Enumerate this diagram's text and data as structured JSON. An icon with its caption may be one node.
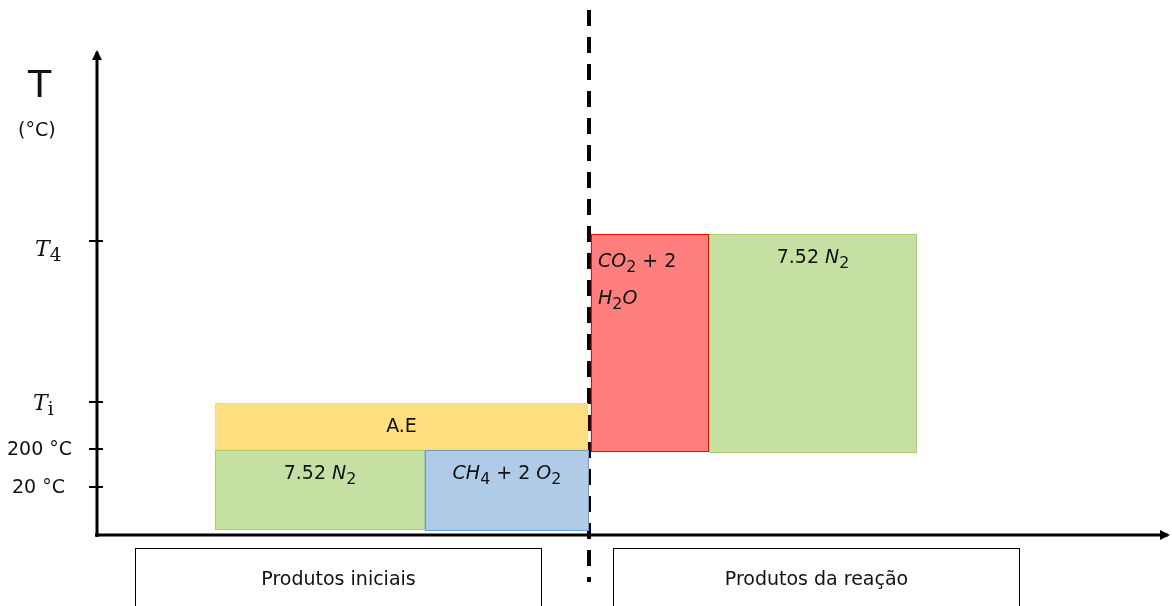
{
  "diagram": {
    "nodes": [
      {
        "text": [
          "A.E"
        ]
      },
      {
        "text": [
          "7.52 *N*$_{2}$"
        ]
      },
      {
        "text": [
          "*CH*$_{4}$ + 2 *O*$_{2}$"
        ]
      },
      {
        "text": [
          "*CO*$_{2}$ + 2 *H*$_{2}$*O*"
        ]
      },
      {
        "text": [
          "7.52 *N*$_{2}$"
        ]
      },
      {
        "text": [
          "Produtos iniciais"
        ]
      },
      {
        "text": [
          "Produtos da reação"
        ]
      }
    ],
    "labels": [
      "T",
      "(°C)",
      "*T*$_{4}$",
      "*T*$_{i}$",
      "200 °C",
      "20 °C"
    ]
  }
}
